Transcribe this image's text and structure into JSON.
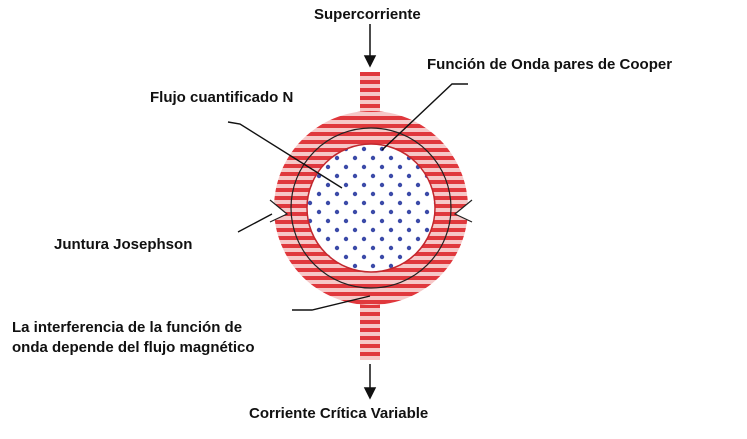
{
  "labels": {
    "supercurrent": "Supercorriente",
    "cooper_wave": "Función de Onda pares de Cooper",
    "quantized_flux": "Flujo cuantificado N",
    "josephson_junction": "Juntura Josephson",
    "interference_line1": "La interferencia de la función de",
    "interference_line2": "onda depende del flujo magnético",
    "critical_current": "Corriente Crítica Variable"
  },
  "colors": {
    "stripe_red": "#e0383d",
    "stripe_light": "#f6c7c7",
    "dot_blue": "#3b4aa8",
    "line": "#111111"
  }
}
